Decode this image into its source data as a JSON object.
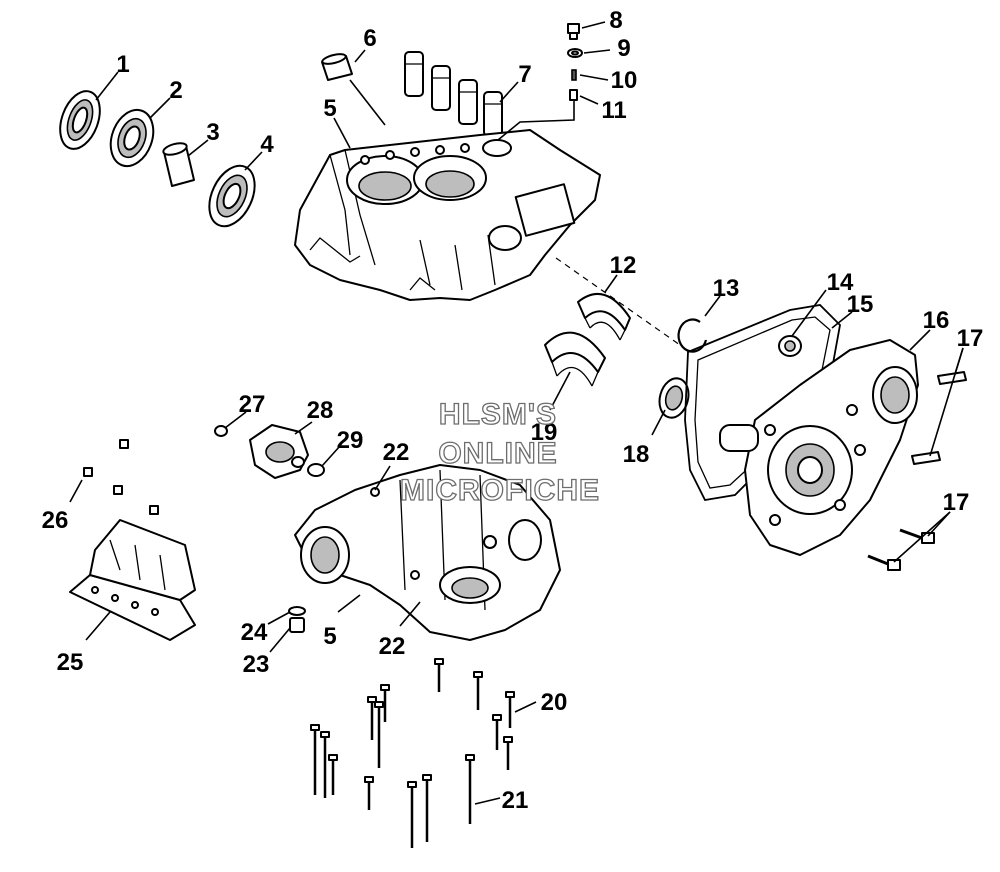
{
  "watermark": {
    "lines": [
      "HLSM'S",
      "ONLINE",
      "MICROFICHE"
    ]
  },
  "callouts": {
    "c1": "1",
    "c2": "2",
    "c3": "3",
    "c4": "4",
    "c5_top": "5",
    "c5_bottom": "5",
    "c6": "6",
    "c7": "7",
    "c8": "8",
    "c9": "9",
    "c10": "10",
    "c11": "11",
    "c12": "12",
    "c13": "13",
    "c14": "14",
    "c15": "15",
    "c16": "16",
    "c17_top": "17",
    "c17_bottom": "17",
    "c18": "18",
    "c19": "19",
    "c20": "20",
    "c21": "21",
    "c22_top": "22",
    "c22_bottom": "22",
    "c23": "23",
    "c24": "24",
    "c25": "25",
    "c26": "26",
    "c27": "27",
    "c28": "28",
    "c29": "29"
  },
  "colors": {
    "line": "#000000",
    "background": "#ffffff",
    "shade": "#bdbdbd",
    "watermark_outline": "#6d6d6d"
  }
}
